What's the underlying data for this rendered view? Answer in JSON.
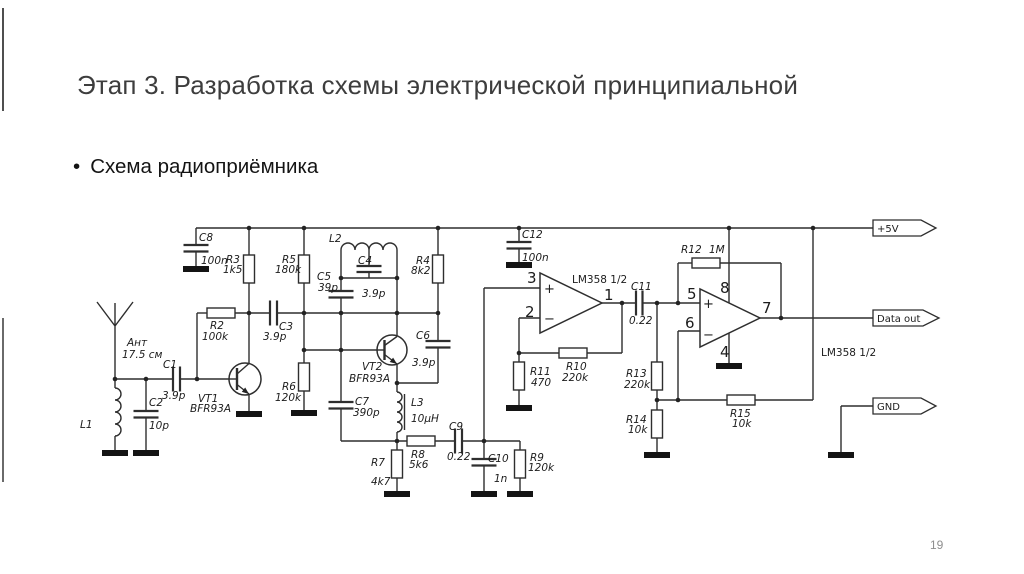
{
  "slide": {
    "title": "Этап 3. Разработка схемы электрической принципиальной",
    "bullet_marker": "•",
    "bullet_text": "Схема радиоприёмника",
    "page_number": "19"
  },
  "circuit": {
    "antenna": {
      "label": "Ант",
      "length": "17.5 см"
    },
    "parts": {
      "l1": {
        "ref": "L1"
      },
      "c1": {
        "ref": "C1",
        "value": "3.9p"
      },
      "c2": {
        "ref": "C2",
        "value": "10p"
      },
      "vt1": {
        "ref": "VT1",
        "value": "BFR93A"
      },
      "r2": {
        "ref": "R2",
        "value": "100k"
      },
      "c8": {
        "ref": "C8",
        "value": "100n"
      },
      "r3": {
        "ref": "R3",
        "value": "1k5"
      },
      "r5": {
        "ref": "R5",
        "value": "180k"
      },
      "c3": {
        "ref": "C3",
        "value": "3.9p"
      },
      "r6": {
        "ref": "R6",
        "value": "120k"
      },
      "l2": {
        "ref": "L2"
      },
      "c4": {
        "ref": "C4",
        "value": "3.9p"
      },
      "c5": {
        "ref": "C5",
        "value": "39p"
      },
      "r4": {
        "ref": "R4",
        "value": "8k2"
      },
      "vt2": {
        "ref": "VT2",
        "value": "BFR93A"
      },
      "c6": {
        "ref": "C6",
        "value": "3.9p"
      },
      "c7": {
        "ref": "C7",
        "value": "390p"
      },
      "l3": {
        "ref": "L3",
        "value": "10µH"
      },
      "r7": {
        "ref": "R7",
        "value": "4k7"
      },
      "r8": {
        "ref": "R8",
        "value": "5k6"
      },
      "c9": {
        "ref": "C9",
        "value": "0.22"
      },
      "c10": {
        "ref": "C10",
        "value": "1n"
      },
      "r9": {
        "ref": "R9",
        "value": "120k"
      },
      "c12": {
        "ref": "C12",
        "value": "100n"
      },
      "r11": {
        "ref": "R11",
        "value": "470"
      },
      "r10": {
        "ref": "R10",
        "value": "220k"
      },
      "c11": {
        "ref": "C11",
        "value": "0.22"
      },
      "r13": {
        "ref": "R13",
        "value": "220k"
      },
      "r14": {
        "ref": "R14",
        "value": "10k"
      },
      "r12": {
        "ref": "R12",
        "value": "1M"
      },
      "r15": {
        "ref": "R15",
        "value": "10k"
      }
    },
    "opamp1": {
      "label": "LM358 1/2",
      "pin_noninv": "3",
      "pin_inv": "2",
      "pin_out": "1",
      "plus": "+",
      "minus": "−"
    },
    "opamp2": {
      "label": "LM358 1/2",
      "pin_noninv": "5",
      "pin_inv": "6",
      "pin_out": "7",
      "pin_vcc": "8",
      "pin_gnd": "4",
      "plus": "+",
      "minus": "−"
    },
    "flags": {
      "vcc": "+5V",
      "data_out": "Data out",
      "gnd": "GND"
    }
  }
}
